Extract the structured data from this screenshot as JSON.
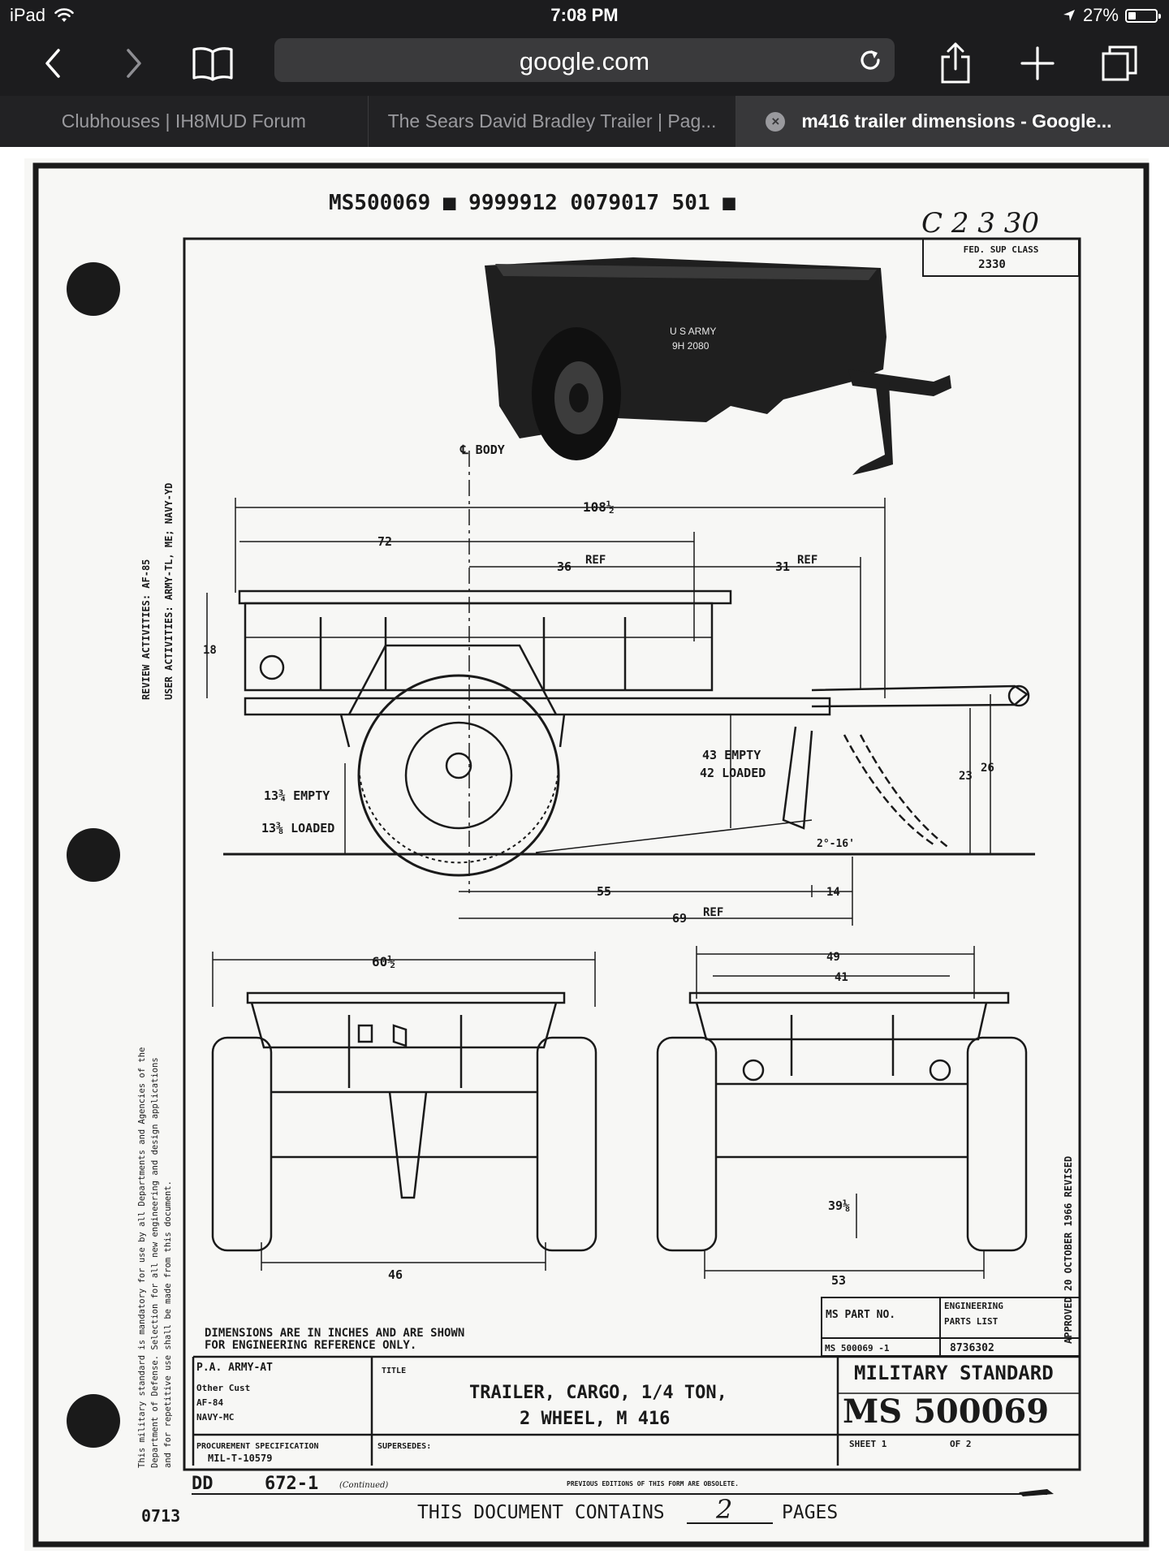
{
  "status_bar": {
    "device": "iPad",
    "time": "7:08 PM",
    "battery": "27%",
    "battery_level": 0.27
  },
  "browser": {
    "url": "google.com",
    "icons": [
      "back-icon",
      "forward-icon",
      "bookmarks-icon",
      "reload-icon",
      "share-icon",
      "new-tab-icon",
      "tabs-icon"
    ]
  },
  "tabs": [
    {
      "label": "Clubhouses | IH8MUD Forum",
      "active": false
    },
    {
      "label": "The Sears David Bradley Trailer | Pag...",
      "active": false
    },
    {
      "label": "m416 trailer dimensions - Google...",
      "active": true
    }
  ],
  "document": {
    "doc_code": "MS500069 ■ 9999912 0079017 501 ■",
    "handwritten_code": "C 2 3 30",
    "fed_sup_class_label": "FED. SUP CLASS",
    "fed_sup_class_value": "2330",
    "trailer_marking_line1": "U S ARMY",
    "trailer_marking_line2": "9H 2080",
    "body_centerline": "℄ BODY",
    "dimensions": {
      "overall_length": "108½",
      "bed_length": "72",
      "ref_36": "36",
      "ref_31": "31",
      "ref_label": "REF",
      "bed_height": "18",
      "ground_clearance_empty": "13¾ EMPTY",
      "ground_clearance_loaded": "13⅜ LOADED",
      "hitch_height_empty": "43 EMPTY",
      "hitch_height_loaded": "42 LOADED",
      "lunette_low": "23",
      "lunette_high": "26",
      "angle": "2°-16'",
      "axle_to_hitch": "55",
      "hitch_offset": "14",
      "axle_to_lunette": "69",
      "front_width": "60½",
      "front_track": "46",
      "rear_outer_width": "49",
      "rear_inner_width": "41",
      "rear_frame_width": "39⅛",
      "rear_track": "53"
    },
    "side_note_review": "REVIEW   ACTIVITIES: AF-85",
    "side_note_user": "USER   ACTIVITIES:  ARMY-TL, ME; NAVY-YD",
    "left_margin_note_1": "This military standard is mandatory for use by all Departments and Agencies of the",
    "left_margin_note_2": "Department of Defense.  Selection for all new engineering and design applications",
    "left_margin_note_3": "and for repetitive use shall be made from this document.",
    "approved_note": "APPROVED 20 OCTOBER 1966 REVISED",
    "dims_note_line1": "DIMENSIONS ARE IN INCHES AND ARE SHOWN",
    "dims_note_line2": "FOR ENGINEERING REFERENCE ONLY.",
    "ms_part_no_label": "MS PART NO.",
    "ms_part_no_value": "MS 500069 -1",
    "eng_parts_list_label_1": "ENGINEERING",
    "eng_parts_list_label_2": "PARTS LIST",
    "eng_parts_list_value": "8736302",
    "custodians": {
      "line1": "P.A. ARMY-AT",
      "line2": "Other Cust",
      "line3": "AF-84",
      "line4": "NAVY-MC"
    },
    "title_label": "TITLE",
    "title_line1": "TRAILER, CARGO, 1/4 TON,",
    "title_line2": "2 WHEEL, M 416",
    "military_standard": "MILITARY STANDARD",
    "ms_number": "MS 500069",
    "sheet_label": "SHEET 1",
    "of_label": "OF 2",
    "procurement_label": "PROCUREMENT SPECIFICATION",
    "procurement_value": "MIL-T-10579",
    "supersedes_label": "SUPERSEDES:",
    "form_label": "DD",
    "form_number": "672-1",
    "form_continued": "(Continued)",
    "previous_editions": "PREVIOUS EDITIONS OF THIS FORM ARE OBSOLETE.",
    "bottom_number": "0713",
    "doc_contains": "THIS DOCUMENT CONTAINS",
    "page_count": "2",
    "pages_label": "PAGES"
  }
}
